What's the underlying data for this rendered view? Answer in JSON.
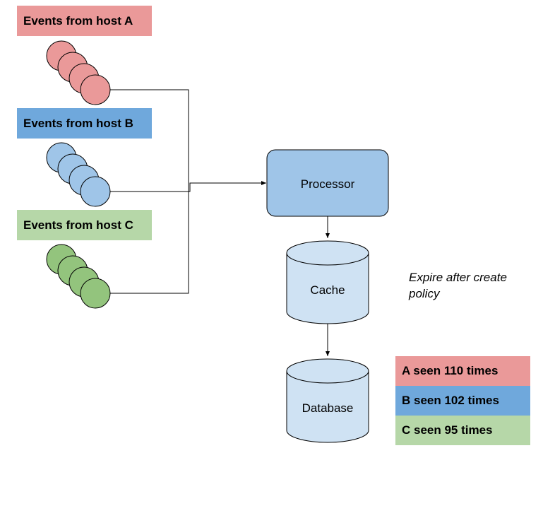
{
  "hosts": [
    {
      "id": "a",
      "label": "Events from host A",
      "color": "#ea9999"
    },
    {
      "id": "b",
      "label": "Events from host B",
      "color": "#6fa8dc"
    },
    {
      "id": "c",
      "label": "Events from host C",
      "color": "#b6d7a8"
    }
  ],
  "event_colors": {
    "a": "#ea9999",
    "b": "#9fc5e8",
    "c": "#93c47d"
  },
  "processor": {
    "label": "Processor",
    "color": "#9fc5e8"
  },
  "cache": {
    "label": "Cache",
    "color": "#cfe2f3"
  },
  "database": {
    "label": "Database",
    "color": "#cfe2f3"
  },
  "note": "Expire after create policy",
  "counts": [
    {
      "label": "A seen 110 times",
      "color": "#ea9999"
    },
    {
      "label": "B seen 102 times",
      "color": "#6fa8dc"
    },
    {
      "label": "C seen 95 times",
      "color": "#b6d7a8"
    }
  ]
}
